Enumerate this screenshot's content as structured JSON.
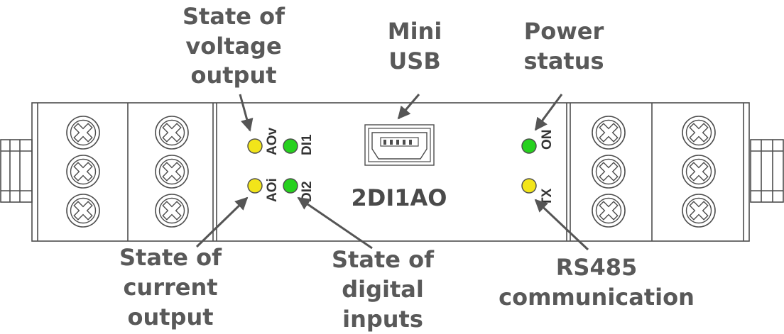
{
  "device": {
    "model": "2DI1AO",
    "leds": [
      {
        "id": "aov",
        "label": "AOv",
        "color": "#f2e51a"
      },
      {
        "id": "di1",
        "label": "DI1",
        "color": "#26d11e"
      },
      {
        "id": "aoi",
        "label": "AOi",
        "color": "#f2e51a"
      },
      {
        "id": "di2",
        "label": "DI2",
        "color": "#26d11e"
      },
      {
        "id": "on",
        "label": "ON",
        "color": "#26d11e"
      },
      {
        "id": "tx",
        "label": "TX",
        "color": "#f2e51a"
      }
    ]
  },
  "callouts": {
    "voltage_output": [
      "State of",
      "voltage",
      "output"
    ],
    "mini_usb": [
      "Mini",
      "USB"
    ],
    "power_status": [
      "Power",
      "status"
    ],
    "current_output": [
      "State of",
      "current",
      "output"
    ],
    "digital_inputs": [
      "State of",
      "digital",
      "inputs"
    ],
    "rs485": [
      "RS485",
      "communication"
    ]
  },
  "colors": {
    "callout_text": "#595959",
    "outline": "#4d4d4d",
    "led_yellow": "#f2e51a",
    "led_green": "#26d11e"
  }
}
